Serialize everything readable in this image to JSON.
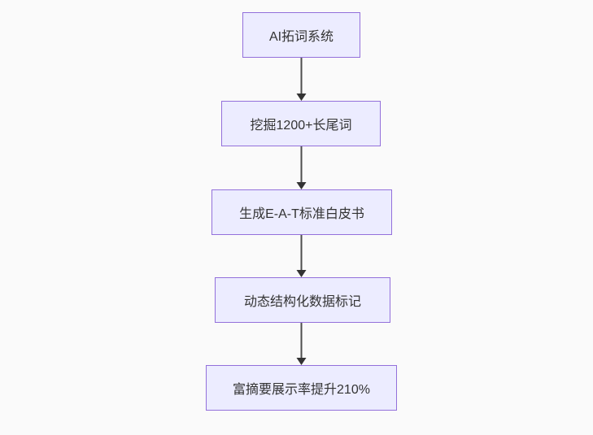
{
  "diagram": {
    "type": "flowchart",
    "direction": "top-down",
    "nodes": [
      {
        "id": "node-1",
        "label": "AI拓词系统"
      },
      {
        "id": "node-2",
        "label": "挖掘1200+长尾词"
      },
      {
        "id": "node-3",
        "label": "生成E-A-T标准白皮书"
      },
      {
        "id": "node-4",
        "label": "动态结构化数据标记"
      },
      {
        "id": "node-5",
        "label": "富摘要展示率提升210%"
      }
    ],
    "edges": [
      {
        "from": "AI拓词系统",
        "to": "挖掘1200+长尾词"
      },
      {
        "from": "挖掘1200+长尾词",
        "to": "生成E-A-T标准白皮书"
      },
      {
        "from": "生成E-A-T标准白皮书",
        "to": "动态结构化数据标记"
      },
      {
        "from": "动态结构化数据标记",
        "to": "富摘要展示率提升210%"
      }
    ],
    "colors": {
      "background": "#FAFAFA",
      "node_fill": "#ECECFF",
      "node_border": "#9370DB",
      "text": "#333333",
      "arrow": "#333333"
    }
  }
}
